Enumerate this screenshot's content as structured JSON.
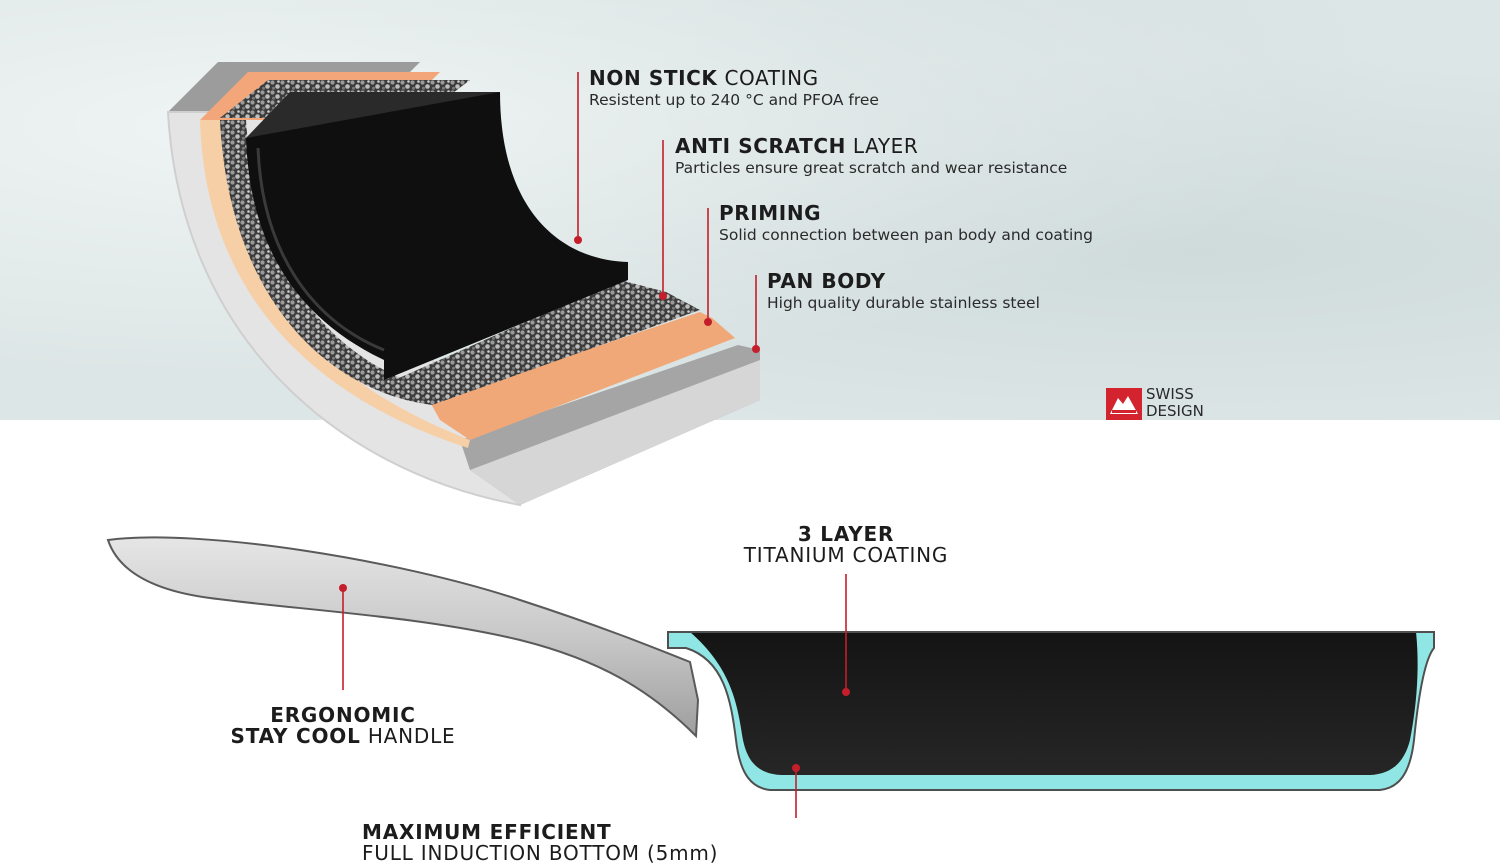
{
  "layers": [
    {
      "title_bold": "NON STICK",
      "title_rest": " COATING",
      "description": "Resistent up to 240 °C and PFOA free"
    },
    {
      "title_bold": "ANTI SCRATCH",
      "title_rest": " LAYER",
      "description": "Particles ensure great scratch and wear resistance"
    },
    {
      "title_bold": "PRIMING",
      "title_rest": "",
      "description": "Solid connection between pan body and coating"
    },
    {
      "title_bold": "PAN BODY",
      "title_rest": "",
      "description": "High quality durable stainless steel"
    }
  ],
  "logo": {
    "line1": "SWISS",
    "line2": "DESIGN"
  },
  "pan_labels": {
    "coating": {
      "line1_bold": "3 LAYER",
      "line2": "TITANIUM COATING"
    },
    "handle": {
      "line1_bold": "ERGONOMIC",
      "line2_bold": "STAY COOL",
      "line2_rest": " HANDLE"
    },
    "bottom": {
      "line1_bold": "MAXIMUM EFFICIENT",
      "line2": "FULL INDUCTION BOTTOM (5mm)"
    }
  },
  "colors": {
    "accent_line": "#c41e2a",
    "coating_black": "#111111",
    "priming_orange": "#f0a77a",
    "steel_grey": "#b8b8b8",
    "induction_cyan": "#8fe6e4"
  }
}
